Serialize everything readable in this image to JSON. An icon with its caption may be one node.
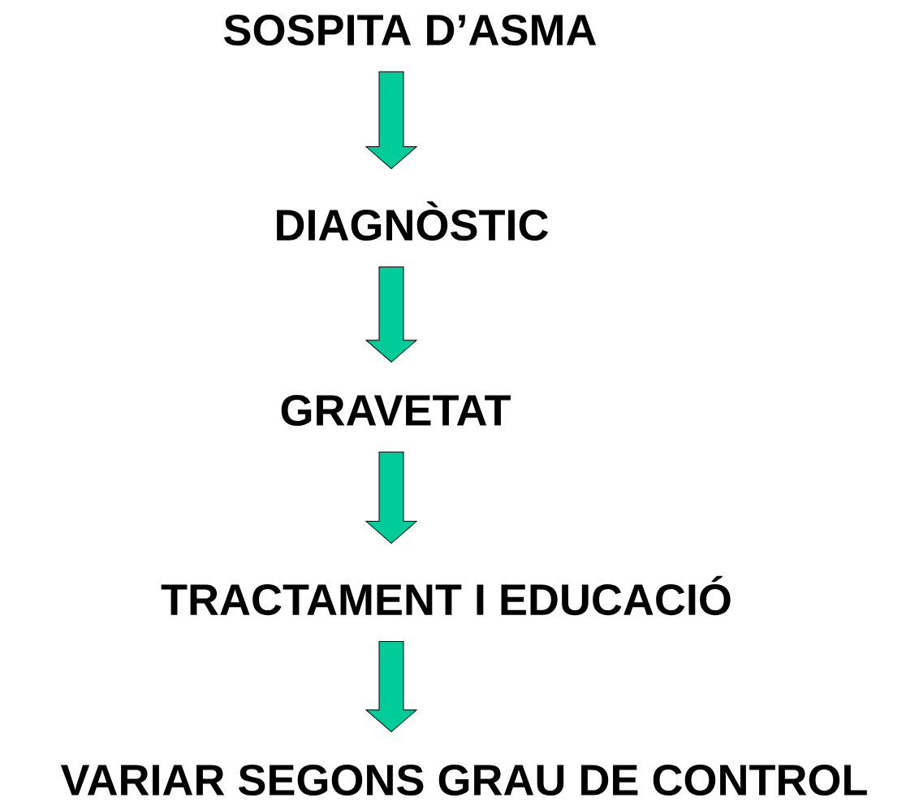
{
  "diagram": {
    "nodes": [
      {
        "text": [
          "SOSPITA D’ASMA"
        ]
      },
      {
        "text": [
          "DIAGNÒSTIC"
        ]
      },
      {
        "text": [
          "GRAVETAT"
        ]
      },
      {
        "text": [
          "TRACTAMENT I EDUCACIÓ"
        ]
      },
      {
        "text": [
          "VARIAR SEGONS GRAU DE CONTROL"
        ]
      }
    ],
    "edges": [
      {
        "from": 0,
        "to": 1,
        "arrow": "to"
      },
      {
        "from": 1,
        "to": 2,
        "arrow": "to"
      },
      {
        "from": 2,
        "to": 3,
        "arrow": "to"
      },
      {
        "from": 3,
        "to": 4,
        "arrow": "to"
      }
    ]
  }
}
